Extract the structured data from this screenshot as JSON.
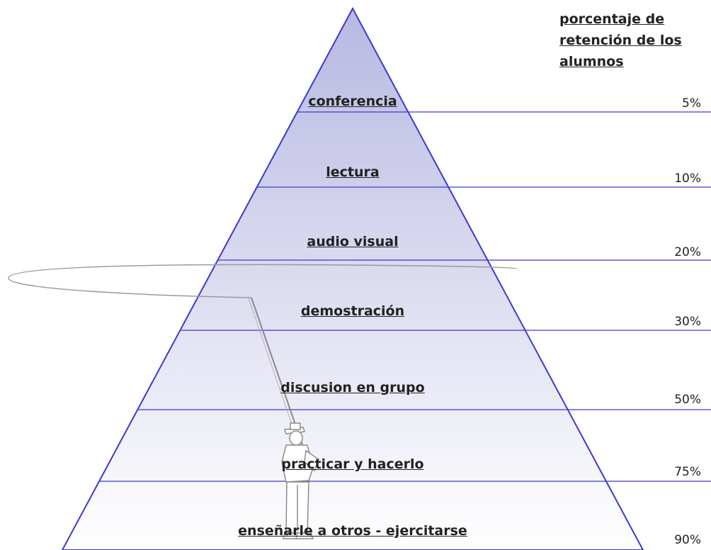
{
  "header": {
    "title": "porcentaje de retención de los alumnos"
  },
  "levels": [
    {
      "label": "conferencia",
      "percent": "5%"
    },
    {
      "label": "lectura",
      "percent": "10%"
    },
    {
      "label": "audio visual",
      "percent": "20%"
    },
    {
      "label": "demostración",
      "percent": "30%"
    },
    {
      "label": "discusion en grupo",
      "percent": "50%"
    },
    {
      "label": "practicar y hacerlo",
      "percent": "75%"
    },
    {
      "label": "enseñarle a otros - ejercitarse",
      "percent": "90%"
    }
  ],
  "colors": {
    "pyramid_stroke": "#3a3ad0",
    "pyramid_fill_top": "#b8b8e2",
    "pyramid_fill_bottom": "#ffffff",
    "text": "#222222"
  }
}
